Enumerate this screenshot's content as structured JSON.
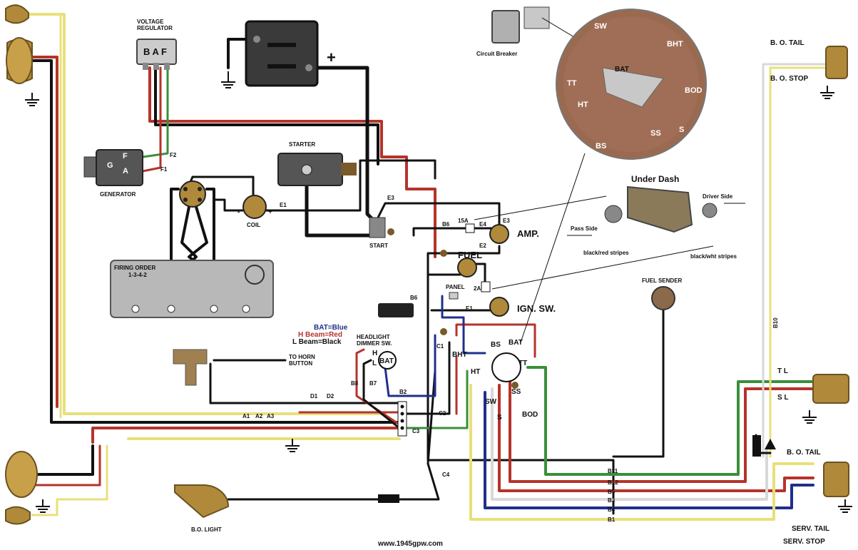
{
  "components": {
    "voltage_regulator": "VOLTAGE\nREGULATOR",
    "reg_terminals": "B A F",
    "generator": "GENERATOR",
    "gen_g": "G",
    "gen_f": "F",
    "gen_a": "A",
    "f2": "F2",
    "f1": "F1",
    "starter": "STARTER",
    "start": "START",
    "coil": "COIL",
    "coil_minus": "-",
    "coil_plus": "+",
    "e1_coil": "E1",
    "e3_start": "E3",
    "firing_order": "FIRING ORDER",
    "firing_seq": "1-3-4-2",
    "battery_plus": "+",
    "circuit_breaker": "Circuit Breaker",
    "amp": "AMP.",
    "fuel": "FUEL",
    "panel": "PANEL",
    "ign_sw": "IGN. SW.",
    "fuse_15a": "15A",
    "fuse_2a": "2A",
    "b6_top": "B6",
    "e4": "E4",
    "e3_amp": "E3",
    "e2": "E2",
    "e1_ign": "E1",
    "b6_side": "B6",
    "c1": "C1",
    "c2": "C2",
    "c3": "C3",
    "c4": "C4",
    "under_dash": "Under Dash",
    "driver_side": "Driver Side",
    "pass_side": "Pass Side",
    "black_red": "black/red stripes",
    "black_wht": "black/wht stripes",
    "fuel_sender": "FUEL SENDER",
    "bat_blue": "BAT=Blue",
    "hbeam_red": "H Beam=Red",
    "lbeam_black": "L Beam=Black",
    "dimmer": "HEADLIGHT\nDIMMER SW.",
    "dim_h": "H",
    "dim_l": "L",
    "dim_bat": "BAT",
    "to_horn": "TO HORN\nBUTTON",
    "b8": "B8",
    "b7": "B7",
    "b2": "B2",
    "d1": "D1",
    "d2": "D2",
    "a1": "A1",
    "a2": "A2",
    "a3": "A3",
    "bs": "BS",
    "bat": "BAT",
    "bht": "BHT",
    "ht": "HT",
    "tt": "TT",
    "ss": "SS",
    "sw": "SW",
    "s": "S",
    "bod": "BOD",
    "b11": "B11",
    "b12": "B12",
    "b5": "B5",
    "b3": "B3",
    "b4": "B4",
    "b1": "B1",
    "b10": "B10",
    "tl": "T L",
    "sl": "S L",
    "bo_tail_top": "B. O. TAIL",
    "bo_stop_top": "B. O. STOP",
    "bo_tail_bot": "B. O. TAIL",
    "serv_tail": "SERV. TAIL",
    "serv_stop": "SERV. STOP",
    "bo_light": "B.O. LIGHT",
    "website": "www.1945gpw.com",
    "switch_sw": "SW",
    "switch_bht": "BHT",
    "switch_bat": "BAT",
    "switch_tt": "TT",
    "switch_bod": "BOD",
    "switch_ht": "HT",
    "switch_bs": "BS",
    "switch_ss": "SS",
    "switch_s": "S"
  },
  "colors": {
    "red": "#b5332a",
    "black": "#111111",
    "yellow": "#e8e07a",
    "green": "#3a8f3a",
    "blue": "#1f2f8a",
    "white": "#d8d8d8",
    "lamp": "#b08a3a",
    "panel_grey": "#b8b8b8"
  }
}
